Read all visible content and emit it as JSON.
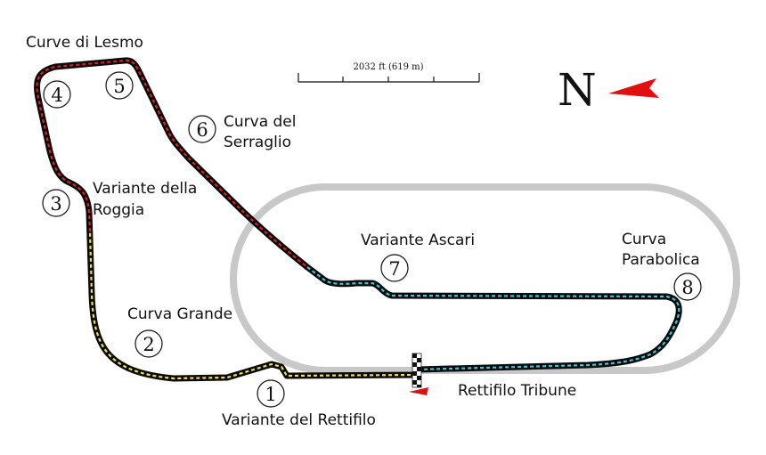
{
  "map": {
    "colors": {
      "background": "#ffffff",
      "track": "#0a0a0a",
      "oval": "#c8c8c8",
      "sector1": "#f0e040",
      "sector2": "#e02020",
      "sector3": "#38c8d8",
      "north_arrow": "#e01010",
      "text": "#111111"
    },
    "north": {
      "label": "N"
    },
    "scale": {
      "label": "2032 ft (619 m)"
    },
    "corners": [
      {
        "number": "1",
        "name": "Variante del Rettifilo"
      },
      {
        "number": "2",
        "name": "Curva Grande"
      },
      {
        "number": "3",
        "name": "Variante della Roggia"
      },
      {
        "number": "4",
        "name": "Curve di Lesmo"
      },
      {
        "number": "5",
        "name": ""
      },
      {
        "number": "6",
        "name": "Curva del Serraglio"
      },
      {
        "number": "7",
        "name": "Variante Ascari"
      },
      {
        "number": "8",
        "name": "Curva Parabolica"
      }
    ],
    "straight": {
      "name": "Rettifilo Tribune"
    },
    "lesmo_label": "Curve di Lesmo",
    "label_lines": {
      "roggia_1": "Variante della",
      "roggia_2": "Roggia",
      "serraglio_1": "Curva del",
      "serraglio_2": "Serraglio",
      "parabolica_1": "Curva",
      "parabolica_2": "Parabolica"
    }
  }
}
